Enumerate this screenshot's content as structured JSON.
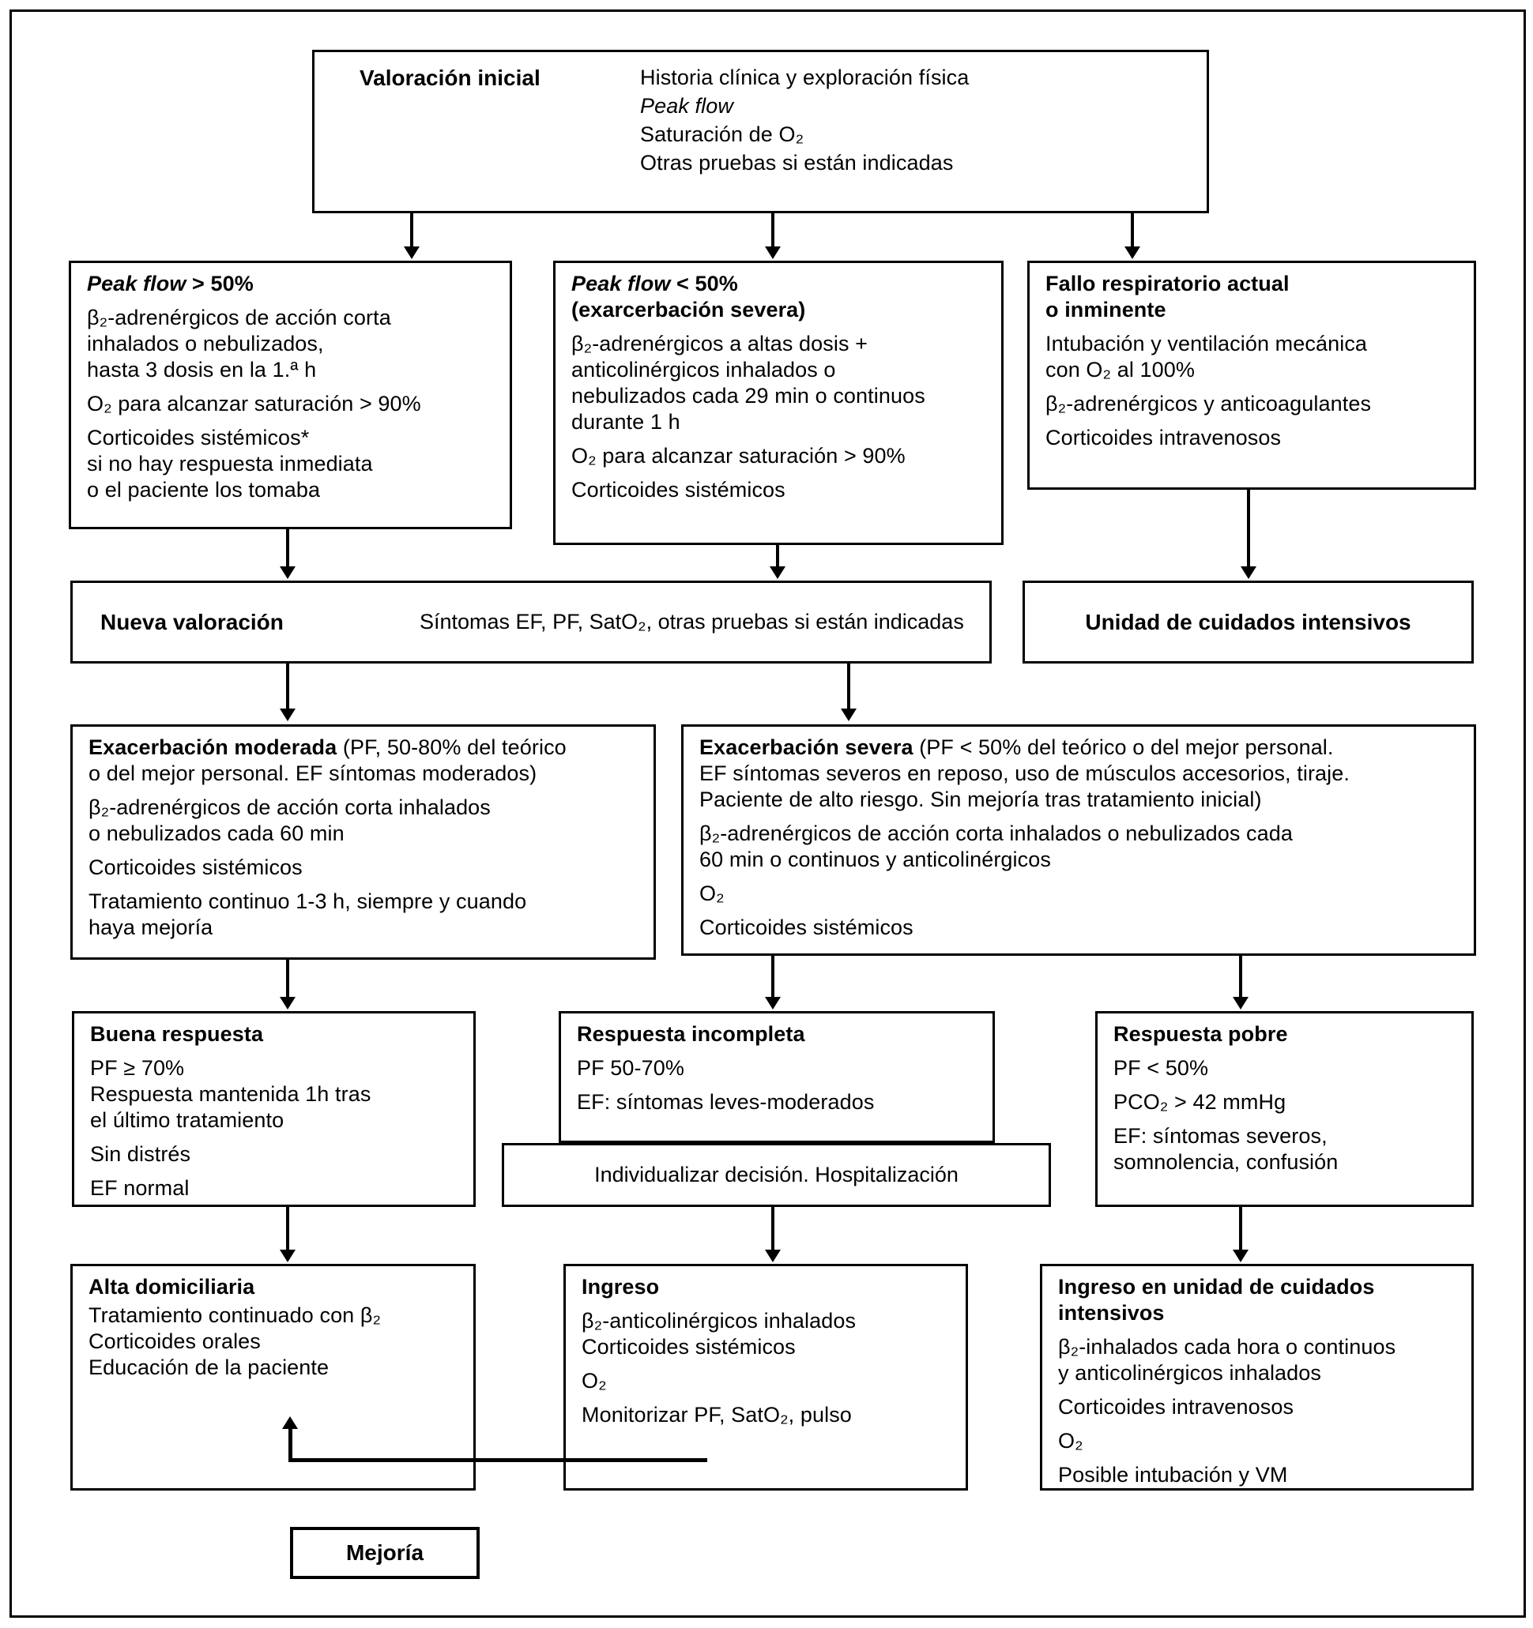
{
  "figure": {
    "background": "#ffffff",
    "line_color": "#000000"
  },
  "nodes": {
    "valoracion_inicial": {
      "label": "Valoración inicial",
      "paragraphs": [
        [
          "Historia clínica y exploración física"
        ],
        [
          [
            {
              "t": "Peak flow",
              "s": "i"
            }
          ]
        ],
        [
          "Saturación de O₂"
        ],
        [
          "Otras pruebas si están indicadas"
        ]
      ]
    },
    "peak_flow_alto": {
      "paragraphs": [
        [
          [
            {
              "t": "Peak flow",
              "s": "bi"
            },
            {
              "t": " > 50%",
              "s": "b"
            }
          ]
        ],
        [
          "β₂-adrenérgicos de acción corta",
          "inhalados o nebulizados,",
          "hasta 3 dosis en la 1.ª h"
        ],
        [
          "O₂ para alcanzar saturación > 90%"
        ],
        [
          "Corticoides sistémicos*",
          "si no hay respuesta inmediata",
          "o el paciente los tomaba"
        ]
      ]
    },
    "peak_flow_bajo": {
      "paragraphs": [
        [
          [
            {
              "t": "Peak flow",
              "s": "bi"
            },
            {
              "t": " < 50%",
              "s": "b"
            }
          ],
          [
            {
              "t": "(exarcerbación severa)",
              "s": "b"
            }
          ]
        ],
        [
          "β₂-adrenérgicos a altas dosis +",
          "anticolinérgicos inhalados o",
          "nebulizados cada 29 min o continuos",
          "durante 1 h"
        ],
        [
          "O₂ para alcanzar saturación > 90%"
        ],
        [
          "Corticoides sistémicos"
        ]
      ]
    },
    "fallo_respiratorio": {
      "paragraphs": [
        [
          [
            {
              "t": "Fallo respiratorio actual",
              "s": "b"
            }
          ],
          [
            {
              "t": "o inminente",
              "s": "b"
            }
          ]
        ],
        [
          "Intubación y ventilación mecánica",
          "con O₂ al 100%"
        ],
        [
          "β₂-adrenérgicos y anticoagulantes"
        ],
        [
          "Corticoides intravenosos"
        ]
      ]
    },
    "nueva_valoracion": {
      "label": "Nueva valoración",
      "text": "Síntomas EF, PF, SatO₂, otras pruebas si están indicadas"
    },
    "uci": {
      "text": "Unidad de cuidados intensivos"
    },
    "exacerbacion_moderada": {
      "paragraphs": [
        [
          [
            {
              "t": "Exacerbación moderada",
              "s": "b"
            },
            {
              "t": " (PF, 50-80% del teórico",
              "s": "r"
            }
          ],
          [
            "o del mejor personal. EF síntomas moderados)"
          ]
        ],
        [
          "β₂-adrenérgicos de acción corta inhalados",
          "o nebulizados cada 60 min"
        ],
        [
          "Corticoides sistémicos"
        ],
        [
          "Tratamiento continuo 1-3 h, siempre y cuando",
          "haya mejoría"
        ]
      ]
    },
    "exacerbacion_severa": {
      "paragraphs": [
        [
          [
            {
              "t": "Exacerbación severa",
              "s": "b"
            },
            {
              "t": " (PF < 50% del teórico o del mejor personal.",
              "s": "r"
            }
          ],
          [
            "EF síntomas severos en reposo, uso de músculos accesorios, tiraje."
          ],
          [
            "Paciente de alto riesgo. Sin mejoría tras tratamiento inicial)"
          ]
        ],
        [
          "β₂-adrenérgicos de acción corta inhalados o nebulizados cada",
          "60 min o continuos y anticolinérgicos"
        ],
        [
          "O₂"
        ],
        [
          "Corticoides sistémicos"
        ]
      ]
    },
    "buena_respuesta": {
      "paragraphs": [
        [
          [
            {
              "t": "Buena respuesta",
              "s": "b"
            }
          ]
        ],
        [
          "PF ≥ 70%",
          "Respuesta mantenida 1h tras",
          "el último tratamiento"
        ],
        [
          "Sin distrés"
        ],
        [
          "EF normal"
        ]
      ]
    },
    "respuesta_incompleta": {
      "paragraphs": [
        [
          [
            {
              "t": "Respuesta incompleta",
              "s": "b"
            }
          ]
        ],
        [
          "PF 50-70%"
        ],
        [
          "EF: síntomas leves-moderados"
        ]
      ]
    },
    "individualizar": {
      "text": "Individualizar decisión. Hospitalización"
    },
    "respuesta_pobre": {
      "paragraphs": [
        [
          [
            {
              "t": "Respuesta pobre",
              "s": "b"
            }
          ]
        ],
        [
          "PF < 50%"
        ],
        [
          "PCO₂ > 42 mmHg"
        ],
        [
          "EF: síntomas severos,",
          "somnolencia, confusión"
        ]
      ]
    },
    "alta_domiciliaria": {
      "paragraphs": [
        [
          [
            {
              "t": "Alta domiciliaria",
              "s": "b"
            }
          ]
        ],
        [
          "Tratamiento continuado con β₂",
          "Corticoides orales",
          "Educación de la paciente"
        ]
      ]
    },
    "ingreso": {
      "paragraphs": [
        [
          [
            {
              "t": "Ingreso",
              "s": "b"
            }
          ]
        ],
        [
          "β₂-anticolinérgicos inhalados",
          "Corticoides sistémicos"
        ],
        [
          "O₂"
        ],
        [
          "Monitorizar PF, SatO₂, pulso"
        ]
      ]
    },
    "ingreso_uci": {
      "paragraphs": [
        [
          [
            {
              "t": "Ingreso en unidad de cuidados",
              "s": "b"
            }
          ],
          [
            {
              "t": "intensivos",
              "s": "b"
            }
          ]
        ],
        [
          "β₂-inhalados cada hora o continuos",
          "y anticolinérgicos inhalados"
        ],
        [
          "Corticoides intravenosos"
        ],
        [
          "O₂"
        ],
        [
          "Posible intubación y VM"
        ]
      ]
    },
    "mejoria": {
      "text": "Mejoría"
    }
  }
}
